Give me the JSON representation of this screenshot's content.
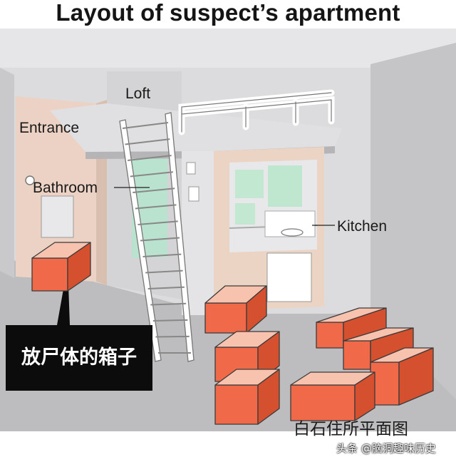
{
  "title": "Layout of suspect’s apartment",
  "labels": {
    "loft": "Loft",
    "entrance": "Entrance",
    "bathroom": "Bathroom",
    "kitchen": "Kitchen"
  },
  "callout": "放尸体的箱子",
  "caption": "白石住所平面图",
  "source": "头条 @脑洞趣味历史",
  "colors": {
    "box_front": "#f06a4a",
    "box_top": "#f7c2ae",
    "box_side": "#d4502f",
    "walls": "#c8c8ca",
    "floor": "#bdbdbf",
    "entrance_wall": "#ebd2c4"
  }
}
